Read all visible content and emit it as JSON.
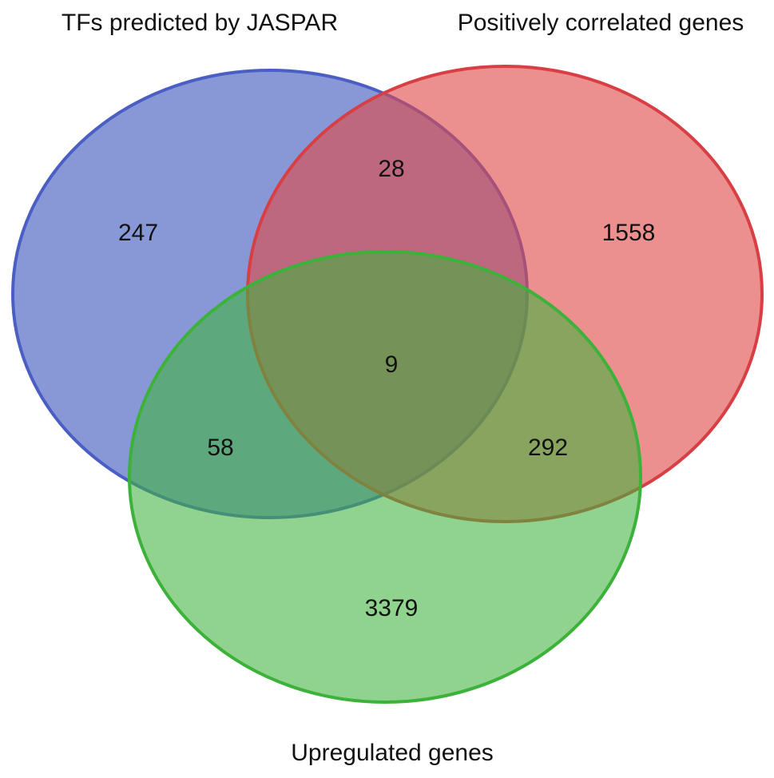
{
  "diagram": {
    "type": "venn-3",
    "sets": [
      {
        "id": "jaspar",
        "label": "TFs predicted by JASPAR",
        "color": "#4a63c2"
      },
      {
        "id": "positive",
        "label": "Positively correlated genes",
        "color": "#de4b4b"
      },
      {
        "id": "upregulated",
        "label": "Upregulated genes",
        "color": "#3fb33c"
      }
    ],
    "regions": {
      "jaspar_only": "247",
      "positive_only": "1558",
      "upregulated_only": "3379",
      "jaspar_positive": "28",
      "jaspar_upregulated": "58",
      "positive_upregulated": "292",
      "all_three": "9"
    }
  }
}
